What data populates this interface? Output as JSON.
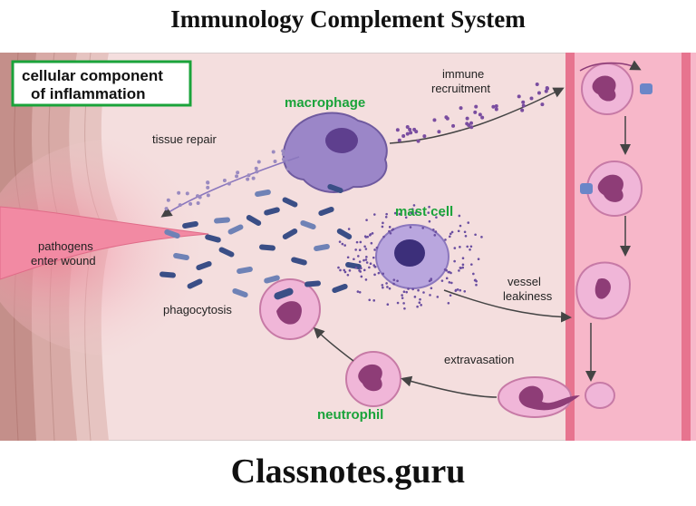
{
  "header": {
    "title": "Immunology Complement System"
  },
  "diagram": {
    "box_title_line1": "cellular component",
    "box_title_line2": "of inflammation",
    "labels": {
      "macrophage": "macrophage",
      "mast_cell": "mast cell",
      "neutrophil": "neutrophil",
      "tissue_repair": "tissue repair",
      "immune_recruitment_line1": "immune",
      "immune_recruitment_line2": "recruitment",
      "pathogens_line1": "pathogens",
      "pathogens_line2": "enter wound",
      "phagocytosis": "phagocytosis",
      "vessel_leakiness_line1": "vessel",
      "vessel_leakiness_line2": "leakiness",
      "extravasation": "extravasation"
    },
    "colors": {
      "label_green": "#1aa33a",
      "background": "#f4dede",
      "vessel": "#f7b7c9",
      "macrophage": "#9b86c8",
      "neutrophil": "#f0b6d8",
      "bacteria": "#3a4e86"
    }
  },
  "footer": {
    "site": "Classnotes.guru"
  }
}
